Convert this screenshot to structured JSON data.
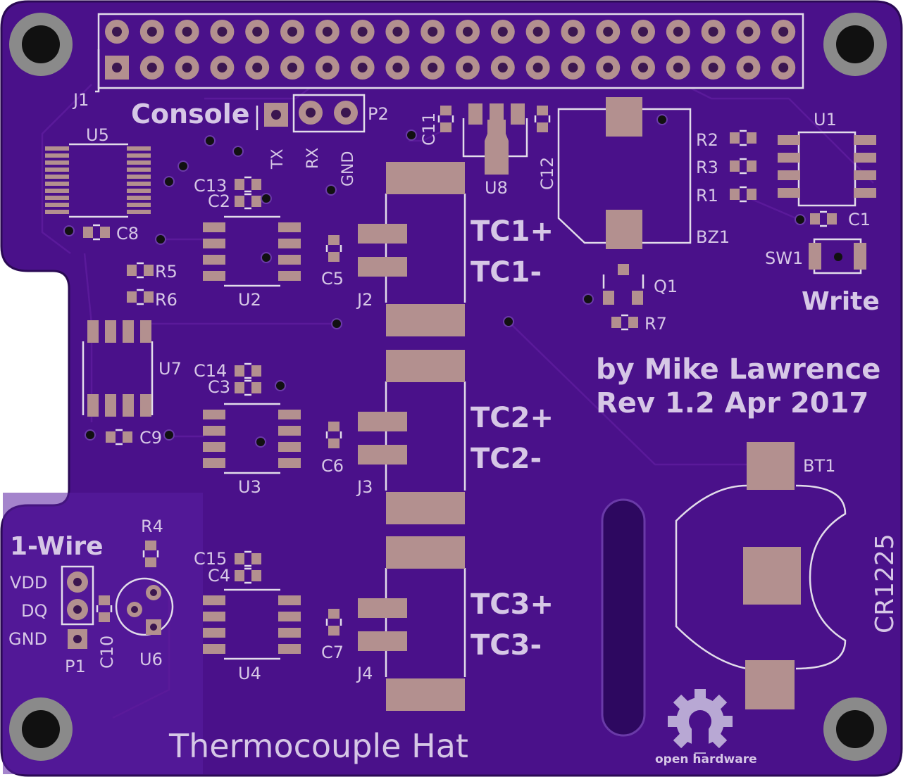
{
  "title": "Thermocouple Hat",
  "author_line": "by Mike Lawrence",
  "revision_line": "Rev 1.2 Apr 2017",
  "logo_text": "open hardware",
  "colors": {
    "board": "#4a118a",
    "board_light": "#5a1fa3",
    "silkscreen": "#e2dcea",
    "pad": "#b3908f",
    "hole": "#2a2a2a"
  },
  "headings": {
    "console": "Console",
    "one_wire": "1-Wire",
    "write": "Write",
    "battery_type": "CR1225"
  },
  "console_pins": [
    "TX",
    "RX",
    "GND"
  ],
  "one_wire_pins": [
    "VDD",
    "DQ",
    "GND"
  ],
  "thermocouple_labels": [
    "TC1+",
    "TC1-",
    "TC2+",
    "TC2-",
    "TC3+",
    "TC3-"
  ],
  "refs": {
    "J1": "J1",
    "J2": "J2",
    "J3": "J3",
    "J4": "J4",
    "P1": "P1",
    "P2": "P2",
    "U1": "U1",
    "U2": "U2",
    "U3": "U3",
    "U4": "U4",
    "U5": "U5",
    "U6": "U6",
    "U7": "U7",
    "U8": "U8",
    "C1": "C1",
    "C2": "C2",
    "C3": "C3",
    "C4": "C4",
    "C5": "C5",
    "C6": "C6",
    "C7": "C7",
    "C8": "C8",
    "C9": "C9",
    "C10": "C10",
    "C11": "C11",
    "C12": "C12",
    "C13": "C13",
    "C14": "C14",
    "C15": "C15",
    "R1": "R1",
    "R2": "R2",
    "R3": "R3",
    "R4": "R4",
    "R5": "R5",
    "R6": "R6",
    "R7": "R7",
    "Q1": "Q1",
    "BZ1": "BZ1",
    "BT1": "BT1",
    "SW1": "SW1"
  }
}
